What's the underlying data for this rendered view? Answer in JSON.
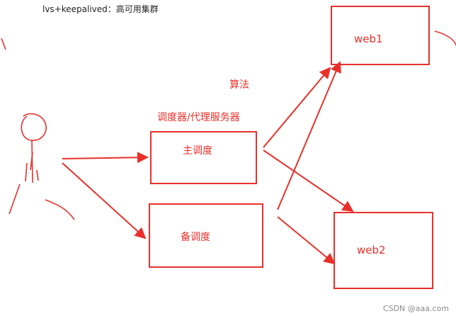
{
  "title": "lvs+keepalived：高可用集群",
  "labels": {
    "algorithm": "算法",
    "scheduler_proxy": "调度器/代理服务器",
    "main_scheduler": "主调度",
    "backup_scheduler": "备调度",
    "web1": "web1",
    "web2": "web2"
  },
  "watermark": "CSDN @aaa.com",
  "colors": {
    "stroke": "#e8302a",
    "text": "#1f1f1f",
    "watermark": "#8a8a8a"
  }
}
